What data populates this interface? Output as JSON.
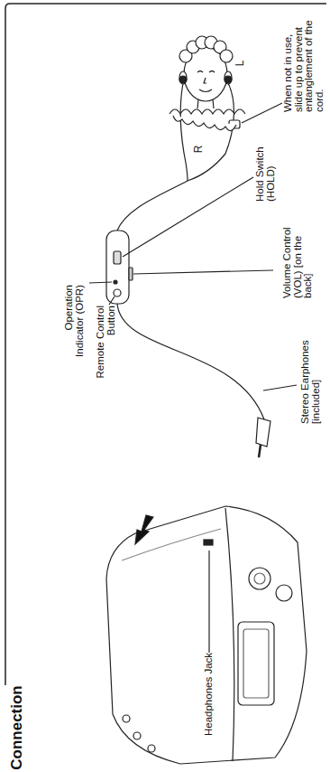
{
  "diagram": {
    "title": "Connection",
    "labels": [
      "L",
      "R",
      "When not in use, slide up to prevent entanglement of the cord.",
      "Hold Switch (HOLD)",
      "Operation Indicator (OPR)",
      "Remote Control Button",
      "Volume Control (VOL) [on the back]",
      "Stereo Earphones [included]",
      "Headphones Jack"
    ]
  }
}
